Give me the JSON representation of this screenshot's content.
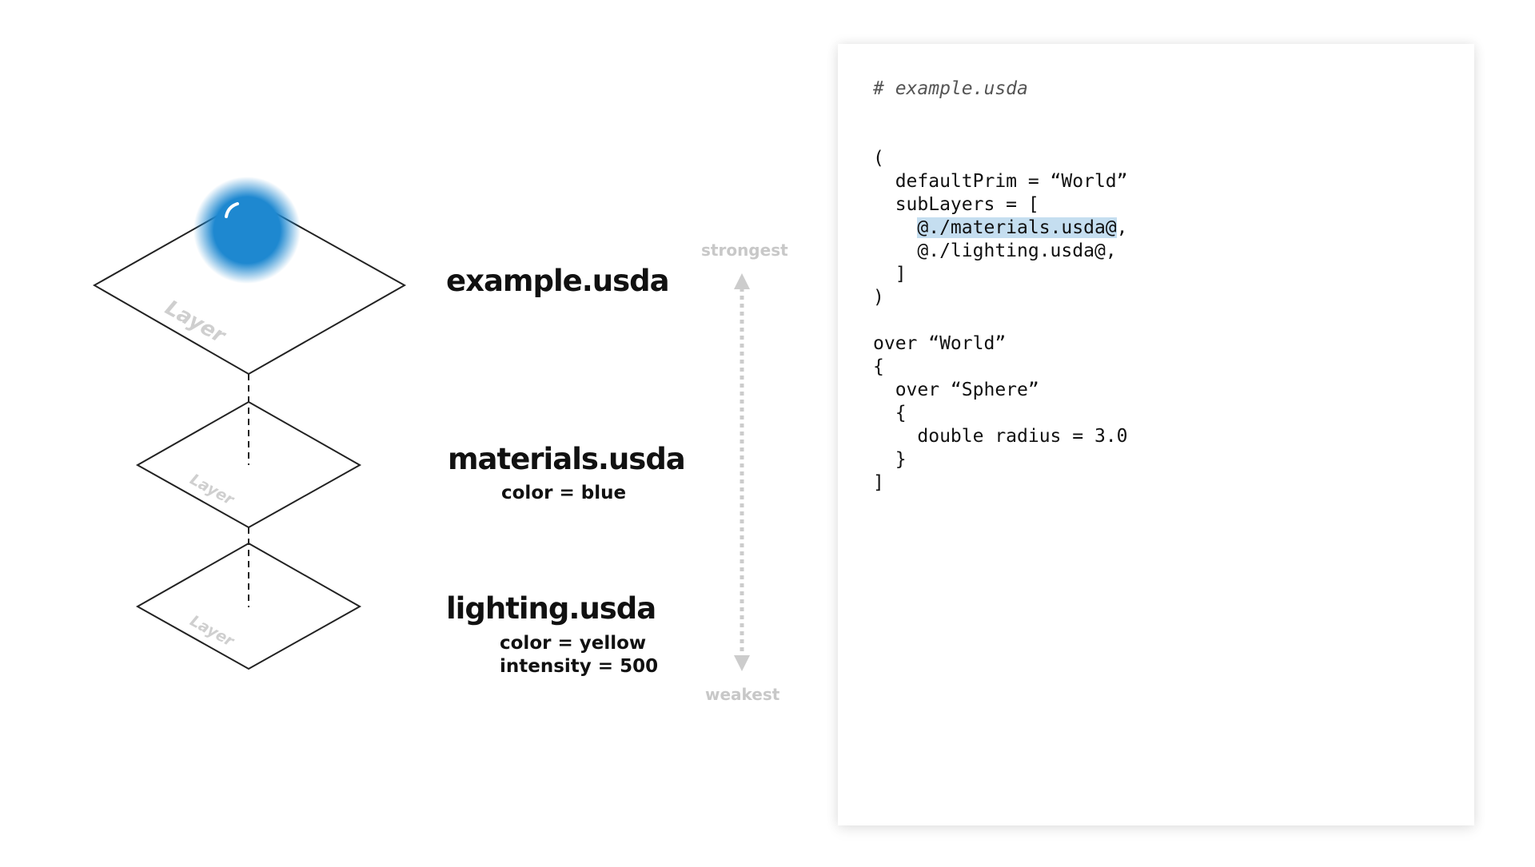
{
  "layers": [
    {
      "name": "example.usda",
      "props": [],
      "plane_label": "Layer"
    },
    {
      "name": "materials.usda",
      "props": [
        "color = blue"
      ],
      "plane_label": "Layer"
    },
    {
      "name": "lighting.usda",
      "props": [
        "color = yellow",
        "intensity = 500"
      ],
      "plane_label": "Layer"
    }
  ],
  "strength_axis": {
    "top": "strongest",
    "bottom": "weakest"
  },
  "colors": {
    "sphere": "#1e88d0",
    "highlight": "#c5def0",
    "arrow": "#cccccc"
  },
  "code": {
    "comment": "# example.usda",
    "open_paren": "(",
    "default_prim": "  defaultPrim = “World”",
    "sublayers_open": "  subLayers = [",
    "sublayer_1": "@./materials.usda@",
    "sublayer_1_suffix": ",",
    "sublayer_1_indent": "    ",
    "sublayer_2": "    @./lighting.usda@,",
    "sublayers_close": "  ]",
    "close_paren": ")",
    "over_world": "over “World”",
    "brace_open": "{",
    "over_sphere": "  over “Sphere”",
    "inner_brace_open": "  {",
    "radius": "    double radius = 3.0",
    "inner_brace_close": "  }",
    "brace_close": "]"
  }
}
